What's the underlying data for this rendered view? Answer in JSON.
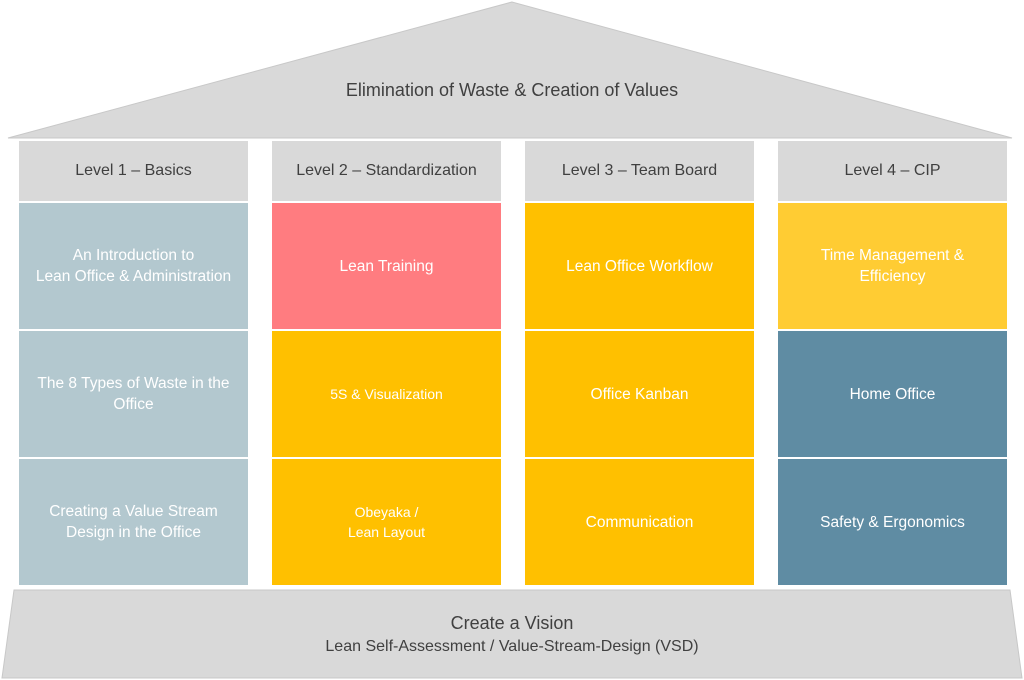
{
  "roof": {
    "title": "Elimination of Waste & Creation of Values"
  },
  "columns": [
    {
      "header": "Level 1 – Basics",
      "cells": [
        "An Introduction to\nLean Office & Administration",
        "The 8 Types of Waste in the\nOffice",
        "Creating a Value Stream\nDesign in the Office"
      ]
    },
    {
      "header": "Level 2 – Standardization",
      "cells": [
        "Lean Training",
        "5S & Visualization",
        "Obeyaka /\nLean Layout"
      ]
    },
    {
      "header": "Level 3 – Team Board",
      "cells": [
        "Lean Office Workflow",
        "Office Kanban",
        "Communication"
      ]
    },
    {
      "header": "Level 4 – CIP",
      "cells": [
        "Time Management &\nEfficiency",
        "Home Office",
        "Safety & Ergonomics"
      ]
    }
  ],
  "foundation": {
    "title": "Create a Vision",
    "subtitle": "Lean Self-Assessment / Value-Stream-Design (VSD)"
  },
  "colors": {
    "roof_gray": "#d9d9d9",
    "header_gray": "#d9d9d9",
    "slate": "#b3c8cf",
    "pink": "#ff7c80",
    "amber": "#ffc000",
    "yellow": "#ffcc33",
    "steel": "#5f8ca3",
    "text_dark": "#404040"
  }
}
